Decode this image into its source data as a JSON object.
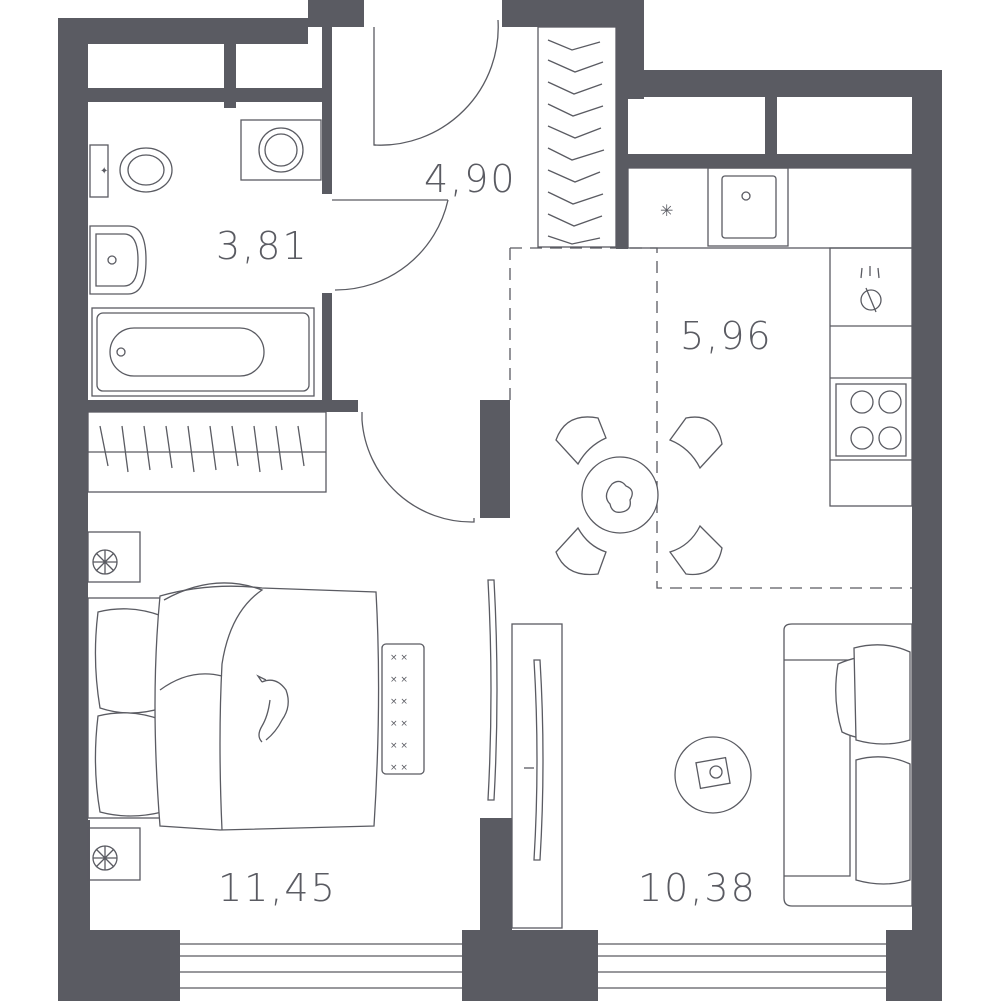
{
  "colors": {
    "wall": "#5a5b62",
    "background": "#ffffff"
  },
  "rooms": [
    {
      "id": "corridor",
      "area": "4,90"
    },
    {
      "id": "bathroom",
      "area": "3,81"
    },
    {
      "id": "kitchen",
      "area": "5,96"
    },
    {
      "id": "bedroom",
      "area": "11,45"
    },
    {
      "id": "living",
      "area": "10,38"
    }
  ],
  "icons": [
    "toilet-icon",
    "washing-machine-icon",
    "sink-icon",
    "bathtub-icon",
    "wardrobe-icon",
    "kitchen-sink-icon",
    "faucet-icon",
    "cooktop-icon",
    "dining-table-icon",
    "chair-icon",
    "double-bed-icon",
    "cat-icon",
    "rug-icon",
    "nightstand-icon",
    "tv-icon",
    "sofa-icon",
    "coffee-table-icon",
    "window-icon",
    "door-icon"
  ]
}
